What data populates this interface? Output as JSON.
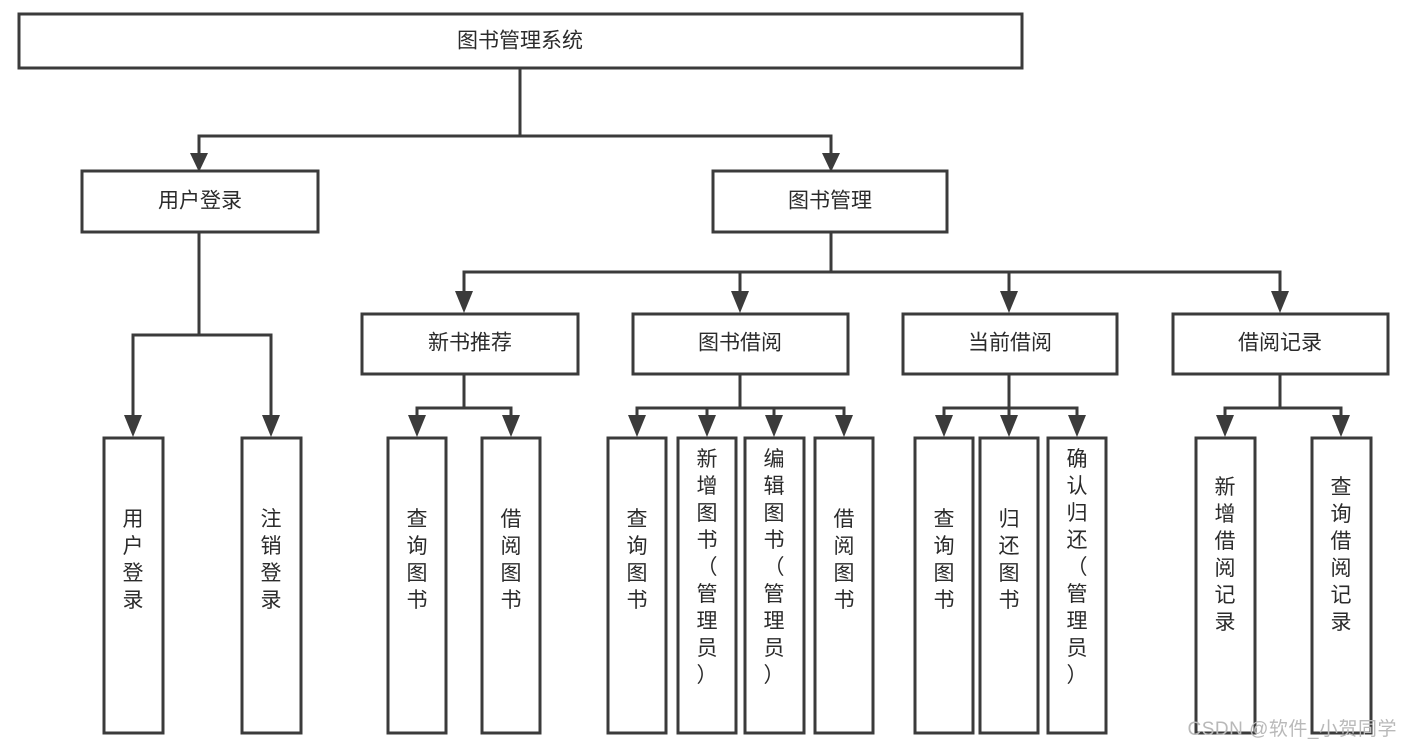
{
  "diagram": {
    "type": "tree-hierarchy",
    "title": "图书管理系统",
    "watermark": "CSDN @软件_小贺同学",
    "levels": [
      {
        "level": 1,
        "nodes": [
          {
            "id": "root",
            "label": "图书管理系统",
            "orientation": "horizontal"
          }
        ]
      },
      {
        "level": 2,
        "nodes": [
          {
            "id": "user-login",
            "label": "用户登录",
            "orientation": "horizontal",
            "parent": "root"
          },
          {
            "id": "book-manage",
            "label": "图书管理",
            "orientation": "horizontal",
            "parent": "root"
          }
        ]
      },
      {
        "level": 3,
        "nodes": [
          {
            "id": "new-book-rec",
            "label": "新书推荐",
            "orientation": "horizontal",
            "parent": "book-manage"
          },
          {
            "id": "book-borrow",
            "label": "图书借阅",
            "orientation": "horizontal",
            "parent": "book-manage"
          },
          {
            "id": "current-borrow",
            "label": "当前借阅",
            "orientation": "horizontal",
            "parent": "book-manage"
          },
          {
            "id": "borrow-record",
            "label": "借阅记录",
            "orientation": "horizontal",
            "parent": "book-manage"
          }
        ]
      },
      {
        "level": 4,
        "nodes": [
          {
            "id": "leaf-user-login",
            "label": "用户登录",
            "orientation": "vertical",
            "parent": "user-login",
            "align": "middle"
          },
          {
            "id": "leaf-logout-login",
            "label": "注销登录",
            "orientation": "vertical",
            "parent": "user-login",
            "align": "middle"
          },
          {
            "id": "leaf-query-book-1",
            "label": "查询图书",
            "orientation": "vertical",
            "parent": "new-book-rec",
            "align": "middle"
          },
          {
            "id": "leaf-borrow-book-1",
            "label": "借阅图书",
            "orientation": "vertical",
            "parent": "new-book-rec",
            "align": "middle"
          },
          {
            "id": "leaf-query-book-2",
            "label": "查询图书",
            "orientation": "vertical",
            "parent": "book-borrow",
            "align": "middle"
          },
          {
            "id": "leaf-add-book-admin",
            "label": "新增图书（管理员）",
            "orientation": "vertical",
            "parent": "book-borrow",
            "align": "top"
          },
          {
            "id": "leaf-edit-book-admin",
            "label": "编辑图书（管理员）",
            "orientation": "vertical",
            "parent": "book-borrow",
            "align": "top"
          },
          {
            "id": "leaf-borrow-book-2",
            "label": "借阅图书",
            "orientation": "vertical",
            "parent": "book-borrow",
            "align": "middle"
          },
          {
            "id": "leaf-query-book-3",
            "label": "查询图书",
            "orientation": "vertical",
            "parent": "current-borrow",
            "align": "middle"
          },
          {
            "id": "leaf-return-book",
            "label": "归还图书",
            "orientation": "vertical",
            "parent": "current-borrow",
            "align": "middle"
          },
          {
            "id": "leaf-confirm-return-admin",
            "label": "确认归还（管理员）",
            "orientation": "vertical",
            "parent": "current-borrow",
            "align": "top"
          },
          {
            "id": "leaf-add-borrow-record",
            "label": "新增借阅记录",
            "orientation": "vertical",
            "parent": "borrow-record",
            "align": "middle"
          },
          {
            "id": "leaf-query-borrow-record",
            "label": "查询借阅记录",
            "orientation": "vertical",
            "parent": "borrow-record",
            "align": "middle"
          }
        ]
      }
    ],
    "colors": {
      "box_stroke": "#3b3b3b",
      "box_fill": "#ffffff",
      "text": "#2b2b2b",
      "line": "#3b3b3b",
      "watermark": "#b9b9b9",
      "background": "#ffffff"
    }
  }
}
